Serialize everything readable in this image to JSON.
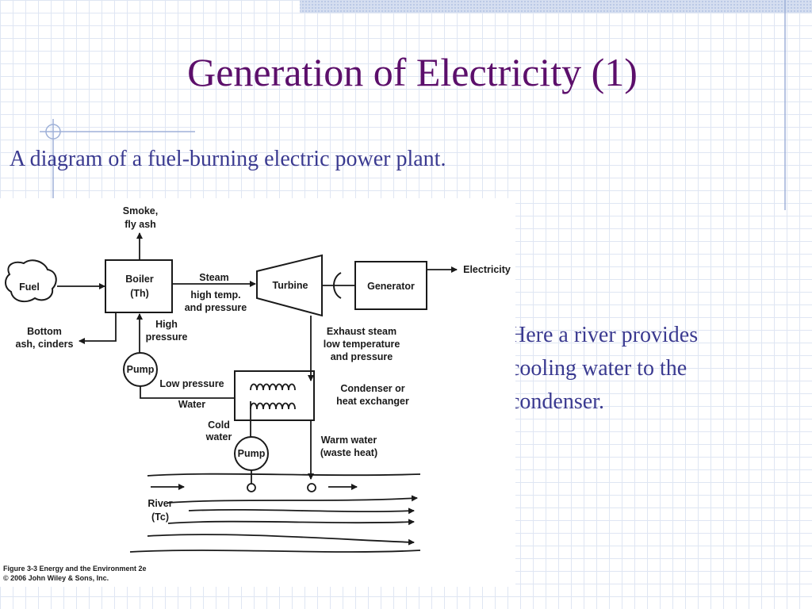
{
  "slide": {
    "title": "Generation of Electricity (1)",
    "subtitle": "A diagram of a fuel-burning electric power plant.",
    "side_text": "Here a river provides cooling water to the condenser."
  },
  "diagram": {
    "fuel": "Fuel",
    "smoke_1": "Smoke,",
    "smoke_2": "fly ash",
    "boiler": "Boiler",
    "boiler_temp": "(Th)",
    "steam": "Steam",
    "steam_cond_1": "high temp.",
    "steam_cond_2": "and pressure",
    "turbine": "Turbine",
    "generator": "Generator",
    "electricity": "Electricity",
    "bottom_ash_1": "Bottom",
    "bottom_ash_2": "ash, cinders",
    "high_pressure_1": "High",
    "high_pressure_2": "pressure",
    "pump": "Pump",
    "low_pressure": "Low pressure",
    "water": "Water",
    "exhaust_1": "Exhaust steam",
    "exhaust_2": "low temperature",
    "exhaust_3": "and pressure",
    "condenser_1": "Condenser or",
    "condenser_2": "heat exchanger",
    "cold_water_1": "Cold",
    "cold_water_2": "water",
    "warm_water_1": "Warm water",
    "warm_water_2": "(waste heat)",
    "river_1": "River",
    "river_2": "(Tc)",
    "caption_1": "Figure 3-3  Energy and the Environment 2e",
    "caption_2": "© 2006 John Wiley & Sons, Inc."
  }
}
